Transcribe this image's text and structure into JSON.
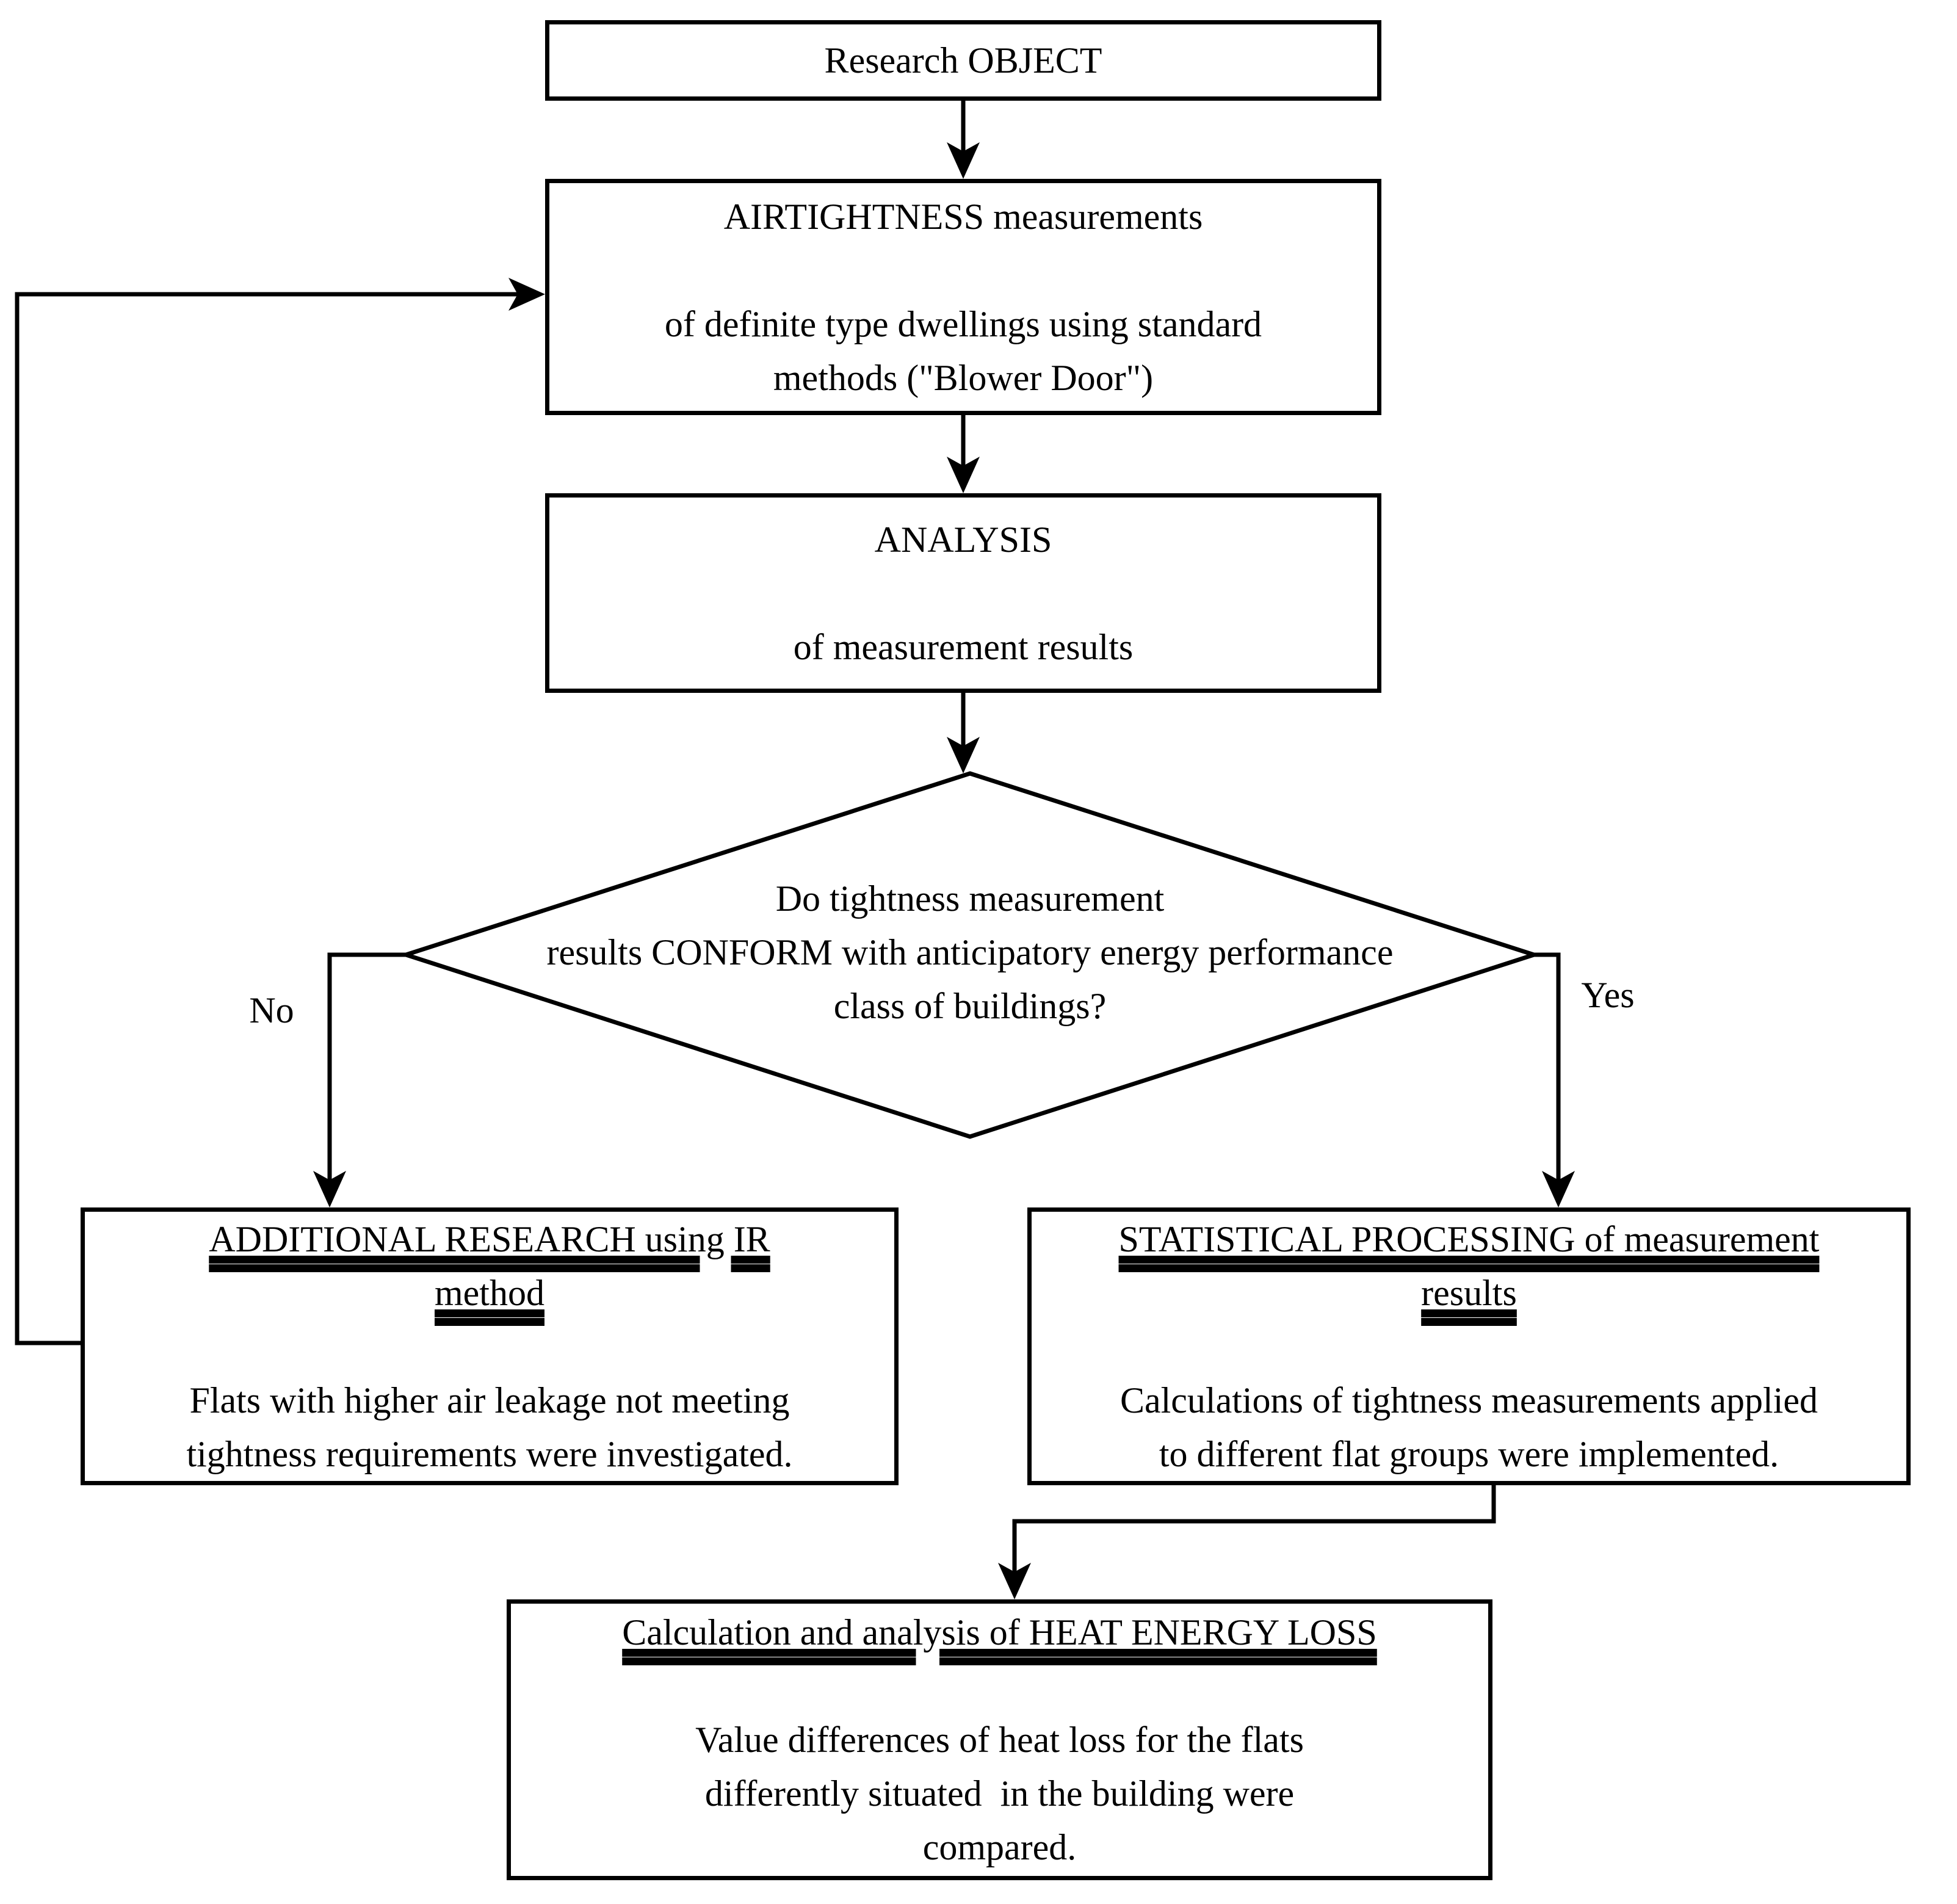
{
  "colors": {
    "ink": "#000000",
    "background": "#ffffff"
  },
  "flow": {
    "start": {
      "title": "Research OBJECT"
    },
    "airtightness": {
      "title": "AIRTIGHTNESS measurements",
      "body": [
        "of definite type dwellings using standard",
        "methods (\"Blower Door\")"
      ]
    },
    "analysis": {
      "title": "ANALYSIS",
      "body": [
        "of measurement results"
      ]
    },
    "decision": {
      "lines": [
        "Do tightness measurement",
        "results CONFORM with anticipatory energy performance",
        "class of buildings?"
      ]
    },
    "branch_no": "No",
    "branch_yes": "Yes",
    "additional_research": {
      "title": [
        "ADDITIONAL RESEARCH using IR",
        "method"
      ],
      "body": [
        "Flats with higher air leakage not meeting",
        "tightness requirements were investigated."
      ]
    },
    "statistical_processing": {
      "title": [
        "STATISTICAL PROCESSING of measurement",
        "results"
      ],
      "body": [
        "Calculations of tightness measurements applied",
        "to different flat groups were implemented."
      ]
    },
    "heat_loss": {
      "title": [
        "Calculation and analysis of HEAT ENERGY LOSS"
      ],
      "body": [
        "Value differences of heat loss for the flats",
        "differently situated  in the building were",
        "compared."
      ]
    }
  }
}
